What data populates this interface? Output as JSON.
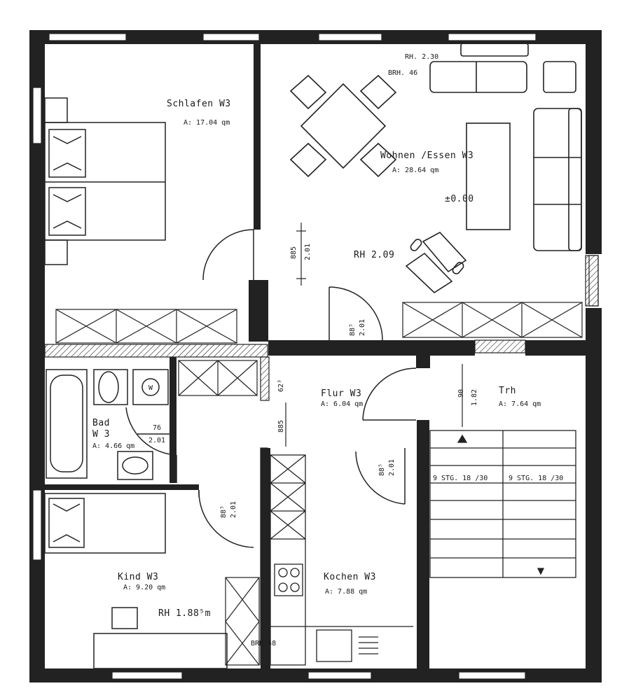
{
  "colors": {
    "ink": "#1a1a1a",
    "paper": "#ffffff",
    "wall": "#222222"
  },
  "rooms": {
    "schlafen": {
      "name": "Schlafen W3",
      "area": "A: 17.04 qm"
    },
    "wohnen": {
      "name": "Wohnen /Essen W3",
      "area": "A: 28.64 qm"
    },
    "flur": {
      "name": "Flur W3",
      "area": "A: 6.04 qm"
    },
    "trh": {
      "name": "Trh",
      "area": "A: 7.64 qm"
    },
    "bad": {
      "name_line1": "Bad",
      "name_line2": "W 3",
      "area": "A: 4.66 qm"
    },
    "kind": {
      "name": "Kind W3",
      "area": "A: 9.20 qm"
    },
    "kochen": {
      "name": "Kochen W3",
      "area": "A: 7.88 qm"
    }
  },
  "annotations": {
    "rh_living_top": "RH. 2.30",
    "brh_living": "BRH. 46",
    "elevation": "±0.00",
    "rh_living": "RH 2.09",
    "rh_kind": "RH 1.88⁵m",
    "brh_kind": "BRH 48"
  },
  "dimensions": {
    "door_schlafen_w": "885",
    "door_schlafen_h": "2.01",
    "door_wohnen_w": "88⁵",
    "door_wohnen_h": "2.01",
    "flur_623": "62³",
    "flur_885": "885",
    "trh_90": "90",
    "trh_182": "1.82",
    "bad_door_w": "76",
    "bad_door_h": "2.01",
    "kind_door_w": "88⁵",
    "kind_door_h": "2.01",
    "kochen_door_w": "88⁵",
    "kochen_door_h": "2.01"
  },
  "stairs": {
    "left": "9 STG. 18 /30",
    "right": "9 STG. 18 /30"
  }
}
